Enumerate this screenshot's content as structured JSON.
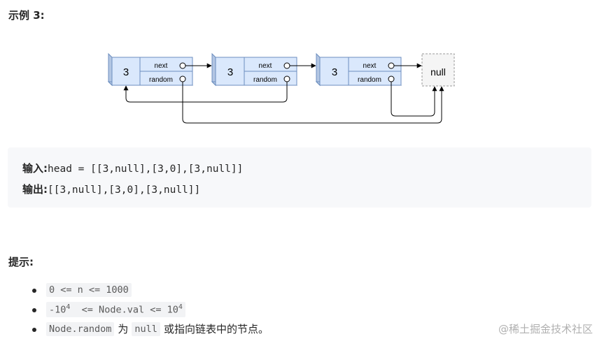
{
  "example_heading": "示例 3:",
  "diagram": {
    "nodes": [
      {
        "val": "3",
        "next_label": "next",
        "random_label": "random"
      },
      {
        "val": "3",
        "next_label": "next",
        "random_label": "random"
      },
      {
        "val": "3",
        "next_label": "next",
        "random_label": "random"
      }
    ],
    "null_label": "null"
  },
  "io": {
    "input_label": "输入:",
    "input_value": "head = [[3,null],[3,0],[3,null]]",
    "output_label": "输出:",
    "output_value": "[[3,null],[3,0],[3,null]]"
  },
  "hint_heading": "提示:",
  "constraints": {
    "c1": "0 <= n <= 1000",
    "c2_base": "-10",
    "c2_exp": "4",
    "c2_mid": "  <= Node.val <= 10",
    "c2_exp2": "4",
    "c3_code1": "Node.random",
    "c3_word1": "为",
    "c3_code2": "null",
    "c3_rest": "或指向链表中的节点。"
  },
  "watermark": "@稀土掘金技术社区",
  "colors": {
    "node_fill": "#dae8fc",
    "node_stroke": "#6c8ebf",
    "null_fill": "#f5f5f5",
    "null_stroke": "#999999",
    "code_bg": "#f7f8fa"
  }
}
